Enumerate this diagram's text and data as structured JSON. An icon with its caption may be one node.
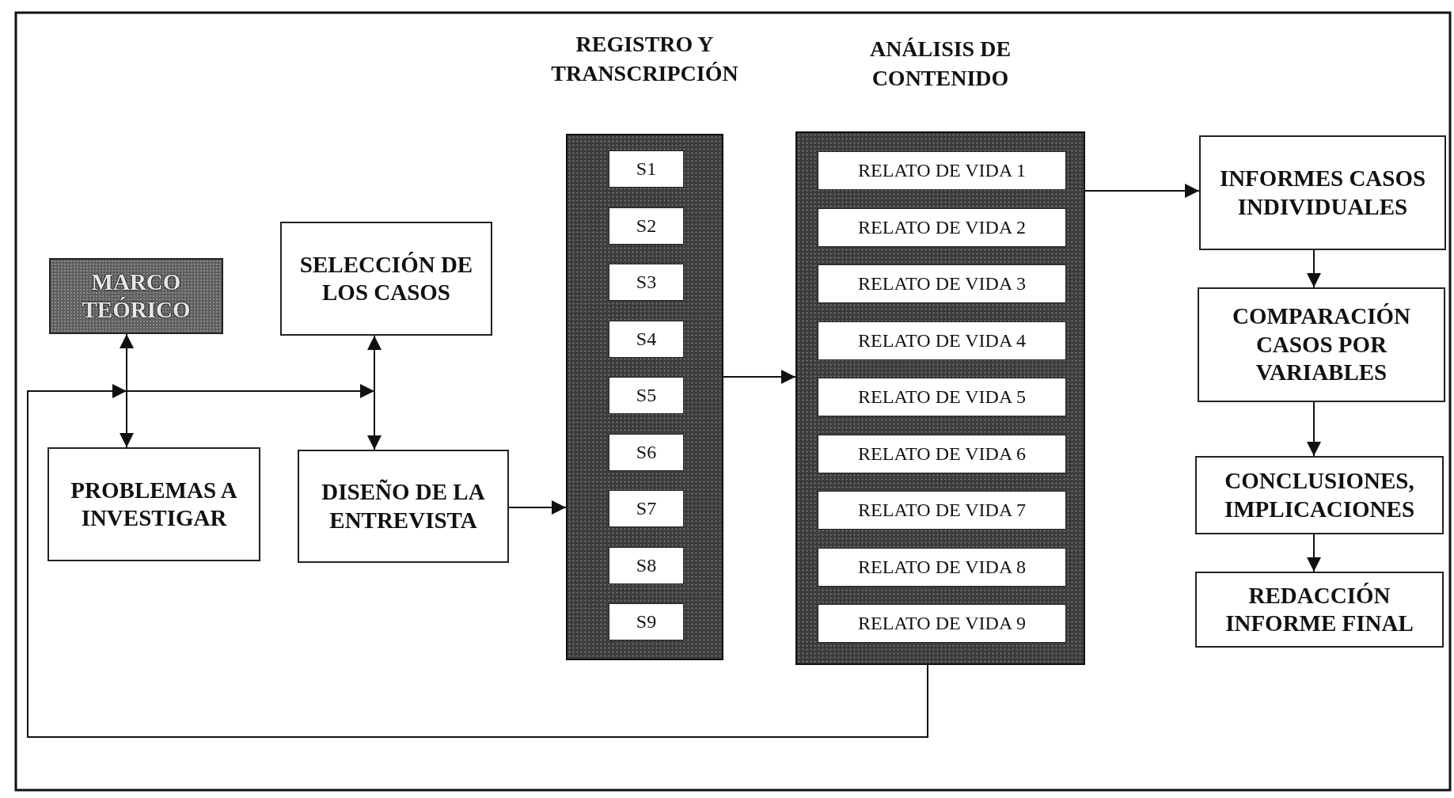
{
  "diagram": {
    "nodes": [
      {
        "text": [
          "MARCO TEÓRICO"
        ]
      },
      {
        "text": [
          "SELECCIÓN DE LOS CASOS"
        ]
      },
      {
        "text": [
          "PROBLEMAS A INVESTIGAR"
        ]
      },
      {
        "text": [
          "DISEÑO DE LA ENTREVISTA"
        ]
      },
      {
        "text": [
          "REGISTRO Y TRANSCRIPCIÓN"
        ]
      },
      {
        "text": [
          "S1"
        ],
        "in": 4
      },
      {
        "text": [
          "S2"
        ],
        "in": 4
      },
      {
        "text": [
          "S3"
        ],
        "in": 4
      },
      {
        "text": [
          "S4"
        ],
        "in": 4
      },
      {
        "text": [
          "S5"
        ],
        "in": 4
      },
      {
        "text": [
          "S6"
        ],
        "in": 4
      },
      {
        "text": [
          "S7"
        ],
        "in": 4
      },
      {
        "text": [
          "S8"
        ],
        "in": 4
      },
      {
        "text": [
          "S9"
        ],
        "in": 4
      },
      {
        "text": [
          "ANÁLISIS DE CONTENIDO"
        ]
      },
      {
        "text": [
          "RELATO DE VIDA 1"
        ],
        "in": 14
      },
      {
        "text": [
          "RELATO DE VIDA 2"
        ],
        "in": 14
      },
      {
        "text": [
          "RELATO DE VIDA 3"
        ],
        "in": 14
      },
      {
        "text": [
          "RELATO DE VIDA 4"
        ],
        "in": 14
      },
      {
        "text": [
          "RELATO DE VIDA 5"
        ],
        "in": 14
      },
      {
        "text": [
          "RELATO DE VIDA 6"
        ],
        "in": 14
      },
      {
        "text": [
          "RELATO DE VIDA 7"
        ],
        "in": 14
      },
      {
        "text": [
          "RELATO DE VIDA 8"
        ],
        "in": 14
      },
      {
        "text": [
          "RELATO DE VIDA 9"
        ],
        "in": 14
      },
      {
        "text": [
          "INFORMES CASOS INDIVIDUALES"
        ]
      },
      {
        "text": [
          "COMPARACIÓN CASOS POR VARIABLES"
        ]
      },
      {
        "text": [
          "CONCLUSIONES, IMPLICACIONES"
        ]
      },
      {
        "text": [
          "REDACCIÓN INFORME FINAL"
        ]
      }
    ],
    "edges": [
      {
        "from": 0,
        "to": 2,
        "arrow": "both"
      },
      {
        "from": 1,
        "to": 3,
        "arrow": "both"
      },
      {
        "from": 3,
        "to": 4,
        "arrow": "to"
      },
      {
        "from": 4,
        "to": 14,
        "arrow": "to"
      },
      {
        "from": 14,
        "to": 24,
        "arrow": "to"
      },
      {
        "from": 24,
        "to": 25,
        "arrow": "to"
      },
      {
        "from": 25,
        "to": 26,
        "arrow": "to"
      },
      {
        "from": 26,
        "to": 27,
        "arrow": "to"
      },
      {
        "from": 14,
        "to": null,
        "arrow": "to"
      },
      {
        "from": 14,
        "to": null,
        "arrow": "to"
      }
    ]
  }
}
